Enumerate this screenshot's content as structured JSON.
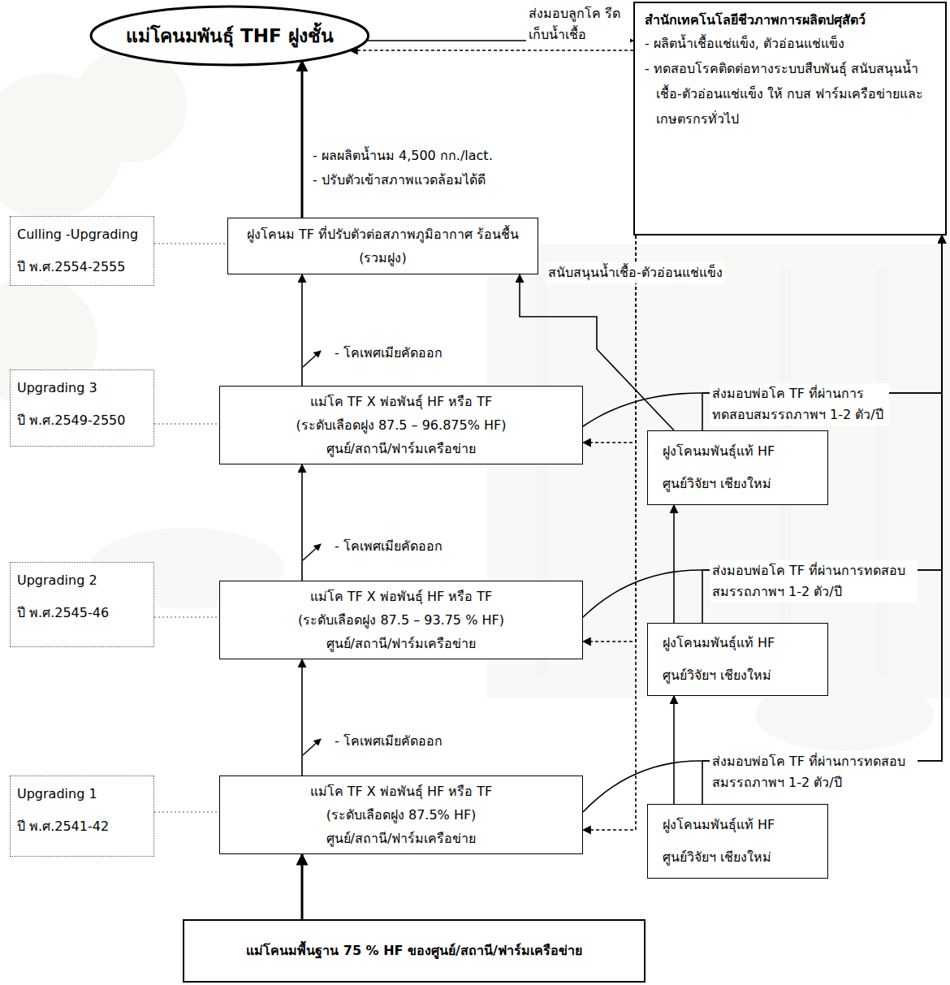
{
  "diagram": {
    "nodes": [
      {
        "text": [
          "แม่โคนมพันธุ์ THF ฝูงชั้น"
        ]
      },
      {
        "text": [
          "สำนักเทคโนโลยีชีวภาพการผลิตปศุสัตว์",
          "- ผลิตน้ำเชื้อแช่แข็ง, ตัวอ่อนแช่แข็ง",
          "- ทดสอบโรคติดต่อทางระบบสืบพันธุ์ สนับสนุนน้ำเชื้อ-ตัวอ่อนแช่แข็ง ให้ กบส ฟาร์มเครือข่ายและเกษตรกรทั่วไป"
        ]
      },
      {
        "text": [
          "Culling -Upgrading",
          "ปี พ.ศ.2554-2555"
        ]
      },
      {
        "text": [
          "ฝูงโคนม TF ที่ปรับตัวต่อสภาพภูมิอากาศ ร้อนชื้น (รวมฝูง)"
        ]
      },
      {
        "text": [
          "Upgrading 3",
          "ปี พ.ศ.2549-2550"
        ]
      },
      {
        "text": [
          "แม่โค TF X พ่อพันธุ์ HF หรือ TF",
          "(ระดับเลือดฝูง 87.5 – 96.875% HF)",
          "ศูนย์/สถานี/ฟาร์มเครือข่าย"
        ]
      },
      {
        "text": [
          "ฝูงโคนมพันธุ์แท้ HF",
          "ศูนย์วิจัยฯ เชียงใหม่"
        ]
      },
      {
        "text": [
          "Upgrading 2",
          "ปี พ.ศ.2545-46"
        ]
      },
      {
        "text": [
          "แม่โค TF X พ่อพันธุ์ HF หรือ TF",
          "(ระดับเลือดฝูง 87.5 – 93.75 % HF)",
          "ศูนย์/สถานี/ฟาร์มเครือข่าย"
        ]
      },
      {
        "text": [
          "ฝูงโคนมพันธุ์แท้ HF",
          "ศูนย์วิจัยฯ เชียงใหม่"
        ]
      },
      {
        "text": [
          "Upgrading 1",
          "ปี พ.ศ.2541-42"
        ]
      },
      {
        "text": [
          "แม่โค TF X พ่อพันธุ์ HF หรือ TF",
          "(ระดับเลือดฝูง 87.5% HF)",
          "ศูนย์/สถานี/ฟาร์มเครือข่าย"
        ]
      },
      {
        "text": [
          "ฝูงโคนมพันธุ์แท้ HF",
          "ศูนย์วิจัยฯ เชียงใหม่"
        ]
      },
      {
        "text": [
          "แม่โคนมพื้นฐาน 75 % HF ของศูนย์/สถานี/ฟาร์มเครือข่าย"
        ]
      }
    ],
    "edges": [
      {
        "from": 13,
        "to": 11,
        "arrow": "to"
      },
      {
        "from": 11,
        "to": 8,
        "arrow": "to"
      },
      {
        "from": 8,
        "to": 5,
        "arrow": "to"
      },
      {
        "from": 5,
        "to": 3,
        "arrow": "to"
      },
      {
        "from": 3,
        "to": 0,
        "arrow": "to"
      },
      {
        "from": 0,
        "to": 1,
        "label": "ส่งมอบลูกโค รีดเก็บน้ำเชื้อ",
        "arrow": "to"
      },
      {
        "from": 1,
        "to": 0,
        "arrow": "to"
      },
      {
        "from": 1,
        "to": 11,
        "label": "สนับสนุนน้ำเชื้อ-ตัวอ่อนแช่แข็ง",
        "arrow": "to"
      },
      {
        "from": 1,
        "to": 8,
        "arrow": "to"
      },
      {
        "from": 1,
        "to": 5,
        "arrow": "to"
      },
      {
        "from": 11,
        "to": 1,
        "label": "ส่งมอบพ่อโค TF ที่ผ่านการทดสอบ สมรรถภาพฯ 1-2 ตัว/ปี",
        "arrow": "to"
      },
      {
        "from": 8,
        "to": 1,
        "label": "ส่งมอบพ่อโค TF ที่ผ่านการทดสอบ สมรรถภาพฯ 1-2 ตัว/ปี",
        "arrow": "to"
      },
      {
        "from": 5,
        "to": 1,
        "label": "ส่งมอบพ่อโค TF ที่ผ่านการ ทดสอบสมรรถภาพฯ 1-2 ตัว/ปี",
        "arrow": "to"
      },
      {
        "from": 12,
        "to": 1,
        "arrow": "to"
      },
      {
        "from": 9,
        "to": 1,
        "arrow": "to"
      },
      {
        "from": 6,
        "to": 1,
        "arrow": "to"
      },
      {
        "from": 12,
        "to": 9,
        "arrow": "to"
      },
      {
        "from": 9,
        "to": 6,
        "arrow": "to"
      },
      {
        "from": 6,
        "to": 3,
        "arrow": "to"
      },
      {
        "from": 2,
        "to": 3,
        "arrow": "none"
      },
      {
        "from": 4,
        "to": 5,
        "arrow": "none"
      },
      {
        "from": 7,
        "to": 8,
        "arrow": "none"
      },
      {
        "from": 10,
        "to": 11,
        "arrow": "none"
      }
    ],
    "labels": [
      "- ผลผลิตน้ำนม 4,500 กก./lact.",
      "- ปรับตัวเข้าสภาพแวดล้อมได้ดี",
      "- โคเพศเมียคัดออก",
      "- โคเพศเมียคัดออก",
      "- โคเพศเมียคัดออก"
    ]
  }
}
